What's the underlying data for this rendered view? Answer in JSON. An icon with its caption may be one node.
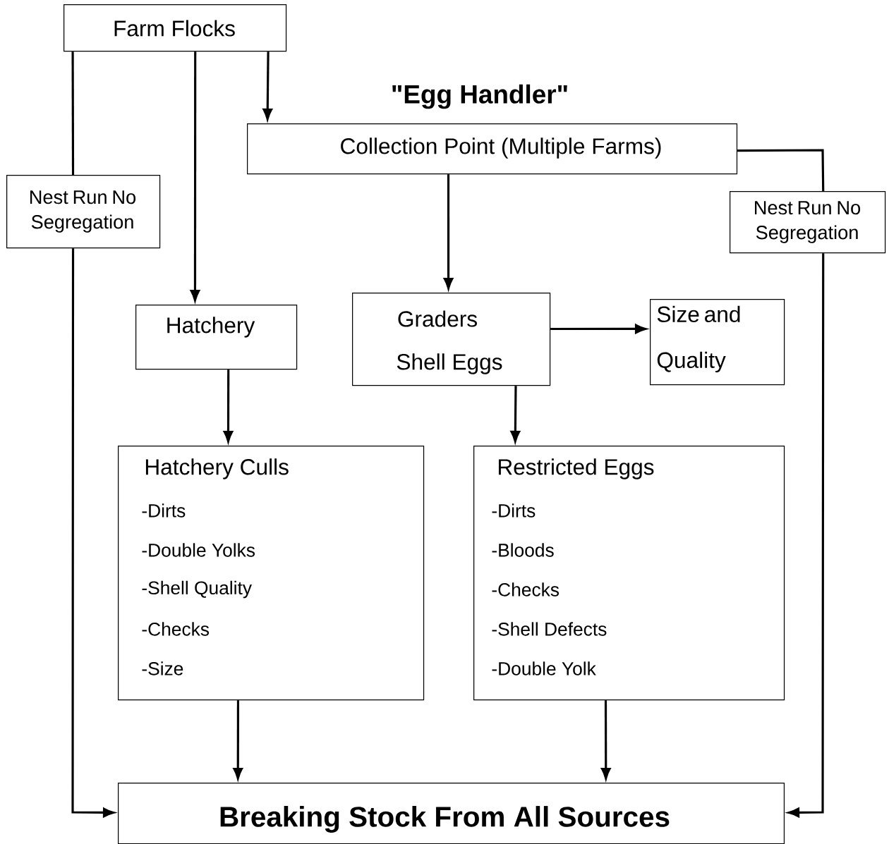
{
  "diagram": {
    "title": "\"Egg Handler\"",
    "nodes": [
      {
        "text": [
          "Farm Flocks"
        ]
      },
      {
        "text": [
          "Collection Point (Multiple Farms)"
        ]
      },
      {
        "text": [
          "Nest Run No Segregation"
        ]
      },
      {
        "text": [
          "Nest Run No Segregation"
        ]
      },
      {
        "text": [
          "Hatchery"
        ]
      },
      {
        "text": [
          "Graders",
          "Shell Eggs"
        ]
      },
      {
        "text": [
          "Size and Quality"
        ]
      },
      {
        "text": [
          "Hatchery Culls",
          "-Dirts",
          "-Double Yolks",
          "-Shell Quality",
          "-Checks",
          "-Size"
        ]
      },
      {
        "text": [
          "Restricted Eggs",
          "-Dirts",
          "-Bloods",
          "-Checks",
          "-Shell Defects",
          "-Double Yolk"
        ]
      },
      {
        "text": [
          "Breaking Stock From All Sources"
        ]
      }
    ],
    "edges": [
      {
        "from": 0,
        "to": 2,
        "arrow": "none"
      },
      {
        "from": 2,
        "to": 9,
        "arrow": "to"
      },
      {
        "from": 0,
        "to": 4,
        "arrow": "to"
      },
      {
        "from": 0,
        "to": 1,
        "arrow": "to"
      },
      {
        "from": 1,
        "to": 3,
        "arrow": "none"
      },
      {
        "from": 3,
        "to": 9,
        "arrow": "to"
      },
      {
        "from": 1,
        "to": 5,
        "arrow": "to"
      },
      {
        "from": 5,
        "to": 6,
        "arrow": "to"
      },
      {
        "from": 5,
        "to": 8,
        "arrow": "to"
      },
      {
        "from": 4,
        "to": 7,
        "arrow": "to"
      },
      {
        "from": 7,
        "to": 9,
        "arrow": "to"
      },
      {
        "from": 8,
        "to": 9,
        "arrow": "to"
      }
    ]
  }
}
